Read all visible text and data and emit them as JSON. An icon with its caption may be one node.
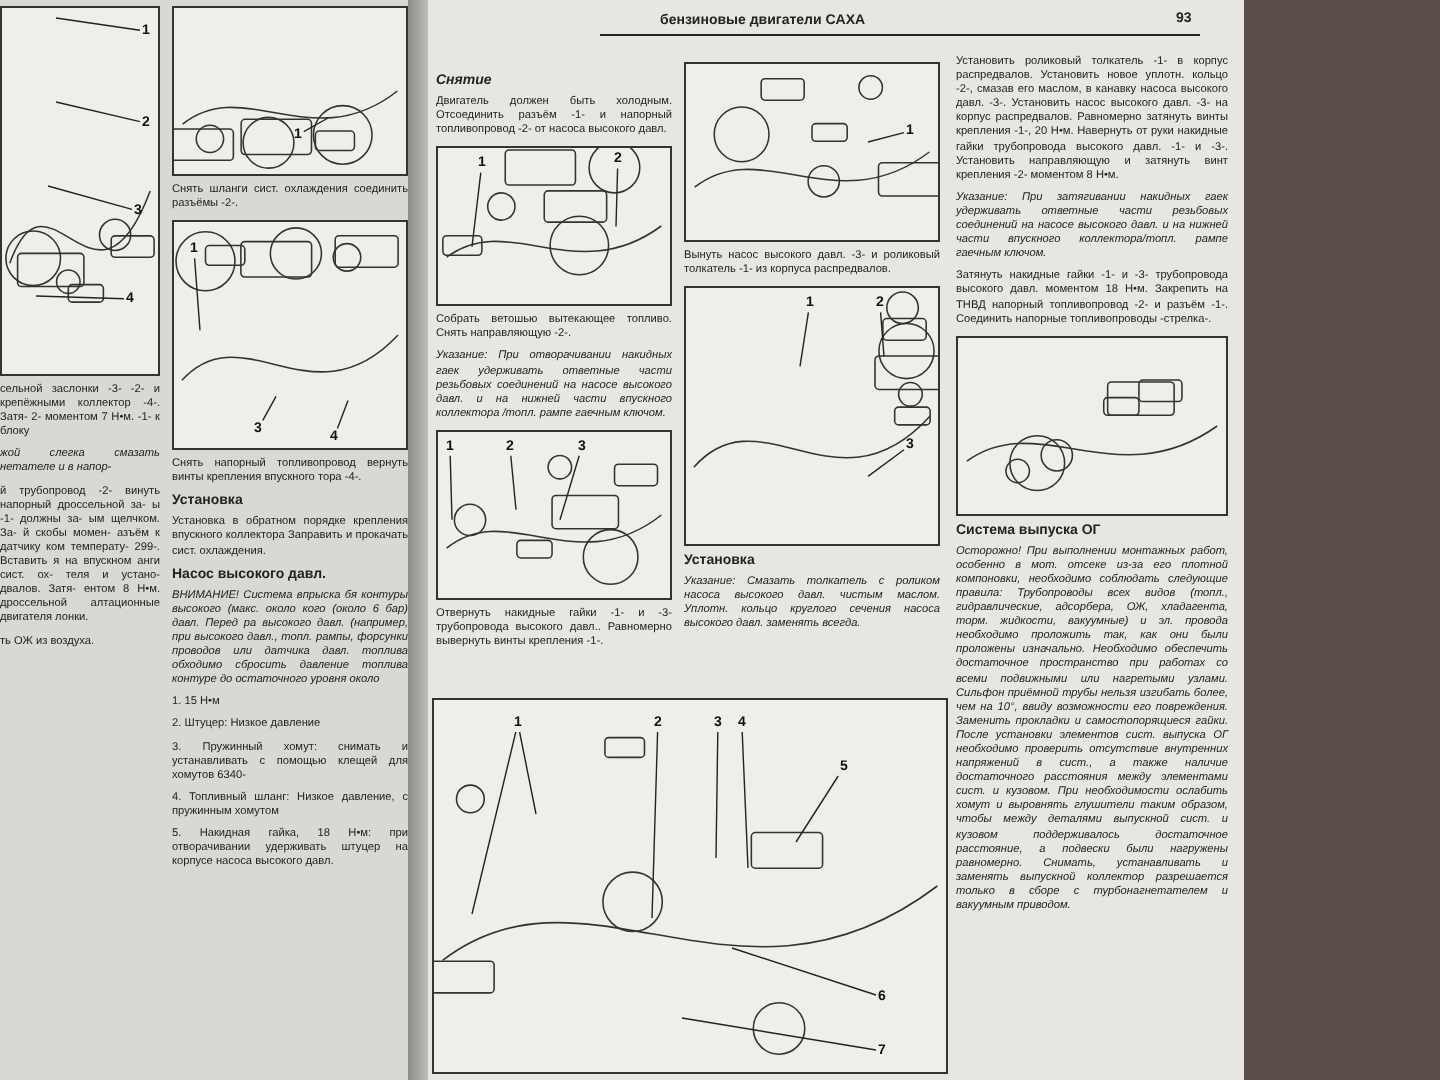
{
  "diagram": {
    "nodes": [
      {
        "text": [],
        "shape": "picture"
      },
      {
        "text": [
          "1"
        ],
        "in": 0
      },
      {
        "text": [
          "2"
        ],
        "in": 0
      },
      {
        "text": [
          "3"
        ],
        "in": 0
      },
      {
        "text": [
          "4"
        ],
        "in": 0
      },
      {
        "text": [],
        "shape": "picture"
      },
      {
        "text": [
          "1"
        ],
        "in": 5
      },
      {
        "text": [],
        "shape": "picture"
      },
      {
        "text": [
          "1"
        ],
        "in": 7
      },
      {
        "text": [
          "3"
        ],
        "in": 7
      },
      {
        "text": [
          "4"
        ],
        "in": 7
      },
      {
        "text": [],
        "shape": "picture"
      },
      {
        "text": [
          "1"
        ],
        "in": 11
      },
      {
        "text": [
          "2"
        ],
        "in": 11
      },
      {
        "text": [],
        "shape": "picture"
      },
      {
        "text": [
          "1"
        ],
        "in": 14
      },
      {
        "text": [
          "2"
        ],
        "in": 14
      },
      {
        "text": [
          "3"
        ],
        "in": 14
      },
      {
        "text": [],
        "shape": "picture"
      },
      {
        "text": [
          "1"
        ],
        "in": 18
      },
      {
        "text": [],
        "shape": "picture"
      },
      {
        "text": [
          "1"
        ],
        "in": 20
      },
      {
        "text": [
          "2"
        ],
        "in": 20
      },
      {
        "text": [
          "3"
        ],
        "in": 20
      },
      {
        "text": [],
        "shape": "picture"
      },
      {
        "text": [],
        "shape": "picture"
      },
      {
        "text": [
          "1"
        ],
        "in": 25
      },
      {
        "text": [
          "2"
        ],
        "in": 25
      },
      {
        "text": [
          "3"
        ],
        "in": 25
      },
      {
        "text": [
          "4"
        ],
        "in": 25
      },
      {
        "text": [
          "5"
        ],
        "in": 25
      },
      {
        "text": [
          "6"
        ],
        "in": 25
      },
      {
        "text": [
          "7"
        ],
        "in": 25
      }
    ],
    "edges": [
      {
        "from": 1,
        "to": null,
        "arrow": "none"
      },
      {
        "from": 2,
        "to": null,
        "arrow": "none"
      },
      {
        "from": 3,
        "to": null,
        "arrow": "none"
      },
      {
        "from": 4,
        "to": null,
        "arrow": "none"
      },
      {
        "from": 6,
        "to": null,
        "arrow": "none"
      },
      {
        "from": 8,
        "to": null,
        "arrow": "none"
      },
      {
        "from": 9,
        "to": null,
        "arrow": "none"
      },
      {
        "from": 10,
        "to": null,
        "arrow": "none"
      },
      {
        "from": 12,
        "to": null,
        "arrow": "none"
      },
      {
        "from": 13,
        "to": null,
        "arrow": "none"
      },
      {
        "from": 15,
        "to": null,
        "arrow": "none"
      },
      {
        "from": 16,
        "to": null,
        "arrow": "none"
      },
      {
        "from": 17,
        "to": null,
        "arrow": "none"
      },
      {
        "from": 19,
        "to": null,
        "arrow": "none"
      },
      {
        "from": 21,
        "to": null,
        "arrow": "none"
      },
      {
        "from": 22,
        "to": null,
        "arrow": "none"
      },
      {
        "from": 23,
        "to": null,
        "arrow": "none"
      },
      {
        "from": 26,
        "to": null,
        "arrow": "none"
      },
      {
        "from": 26,
        "to": null,
        "arrow": "none"
      },
      {
        "from": 27,
        "to": null,
        "arrow": "none"
      },
      {
        "from": 28,
        "to": null,
        "arrow": "none"
      },
      {
        "from": 29,
        "to": null,
        "arrow": "none"
      },
      {
        "from": 30,
        "to": null,
        "arrow": "none"
      },
      {
        "from": 31,
        "to": null,
        "arrow": "none"
      },
      {
        "from": 32,
        "to": null,
        "arrow": "none"
      }
    ],
    "labels": [
      "сельной заслонки -3- -2- и крепёжными коллектор -4-. Затя- 2- моментом 7 Н•м. -1- к блоку",
      "жой слегка смазать нетателе и в напор-",
      "й трубопровод -2- винуть напорный дроссельной за- ы -1- должны за- ым щелчком. За- й скобы момен- азъём к датчику ком температу- 299-. Вставить я на впускном анги сист. ох- теля и устано- двалов. Затя- ентом 8 Н•м. дроссельной алтационные двигателя лонки.",
      "ть ОЖ из воздуха.",
      "Снять шланги сист. охлаждения соединить разъёмы -2-.",
      "Снять напорный топливопровод вернуть винты крепления впускного тора -4-.",
      "Установка",
      "Установка в обратном порядке крепления впускного коллектора Заправить и прокачать сист. охлаждения.",
      "Насос высокого давл.",
      "ВНИМАНИЕ! Система впрыска бя контуры высокого (макс. около кого (около 6 бар) давл. Перед ра высокого давл. (например, при высокого давл., топл. рампы, форсунки проводов или датчика давл. топлива обходимо сбросить давление топлива контуре до остаточного уровня около",
      "1. 15 Н•м",
      "2. Штуцер: Низкое давление",
      "3. Пружинный хомут: снимать и устанавливать с помощью клещей для хомутов 6340-",
      "4. Топливный шланг: Низкое давление, с пружинным хомутом",
      "5. Накидная гайка, 18 Н•м: при отворачивании удерживать штуцер на корпусе насоса высокого давл.",
      "бензиновые двигатели CAXA",
      "93",
      "Снятие",
      "Двигатель должен быть холодным. Отсоединить разъём -1- и напорный топливопровод -2- от насоса высокого давл.",
      "Собрать ветошью вытекающее топливо. Снять направляющую -2-.",
      "Указание: При отворачивании накидных гаек удерживать ответные части резьбовых соединений на насосе высокого давл. и на нижней части впускного коллектора /топл. рампе гаечным ключом.",
      "Отвернуть накидные гайки -1- и -3- трубопровода высокого давл.. Равномерно вывернуть винты крепления -1-.",
      "Вынуть насос высокого давл. -3- и роликовый толкатель -1- из корпуса распредвалов.",
      "Установка",
      "Указание: Смазать толкатель с роликом насоса высокого давл. чистым маслом. Уплотн. кольцо круглого сечения насоса высокого давл. заменять всегда.",
      "Установить роликовый толкатель -1- в корпус распредвалов. Установить новое уплотн. кольцо -2-, смазав его маслом, в канавку насоса высокого давл. -3-. Установить насос высокого давл. -3- на корпус распредвалов. Равномерно затянуть винты крепления -1-, 20 Н•м. Навернуть от руки накидные гайки трубопровода высокого давл. -1- и -3-. Установить направляющую и затянуть винт крепления -2- моментом 8 Н•м.",
      "Указание: При затягивании накидных гаек удерживать ответные части резьбовых соединений на насосе высокого давл. и на нижней части впускного коллектора/топл. рампе гаечным ключом.",
      "Затянуть накидные гайки -1- и -3- трубопровода высокого давл. моментом 18 Н•м. Закрепить на ТНВД напорный топливопровод -2- и разъём -1-. Соединить напорные топливопроводы -стрелка-.",
      "Система выпуска ОГ",
      "Осторожно! При выполнении монтажных работ, особенно в мот. отсеке из-за его плотной компоновки, необходимо соблюдать следующие правила: Трубопроводы всех видов (топл., гидравлические, адсорбера, ОЖ, хладагента, торм. жидкости, вакуумные) и эл. провода необходимо проложить так, как они были проложены изначально. Необходимо обеспечить достаточное пространство при работах со всеми подвижными или нагретыми узлами. Сильфон приёмной трубы нельзя изгибать более, чем на 10°, ввиду возможности его повреждения. Заменить прокладки и самостопорящиеся гайки. После установки элементов сист. выпуска ОГ необходимо проверить отсутствие внутренних напряжений в сист., а также наличие достаточного расстояния между элементами сист. и кузовом. При необходимости ослабить хомут и выровнять глушители таким образом, чтобы между деталями выпускной сист. и кузовом поддерживалось достаточное расстояние, а подвески были нагружены равномерно. Снимать, устанавливать и заменять выпускной коллектор разрешается только в сборе с турбонагнетателем и вакуумным приводом."
    ]
  }
}
